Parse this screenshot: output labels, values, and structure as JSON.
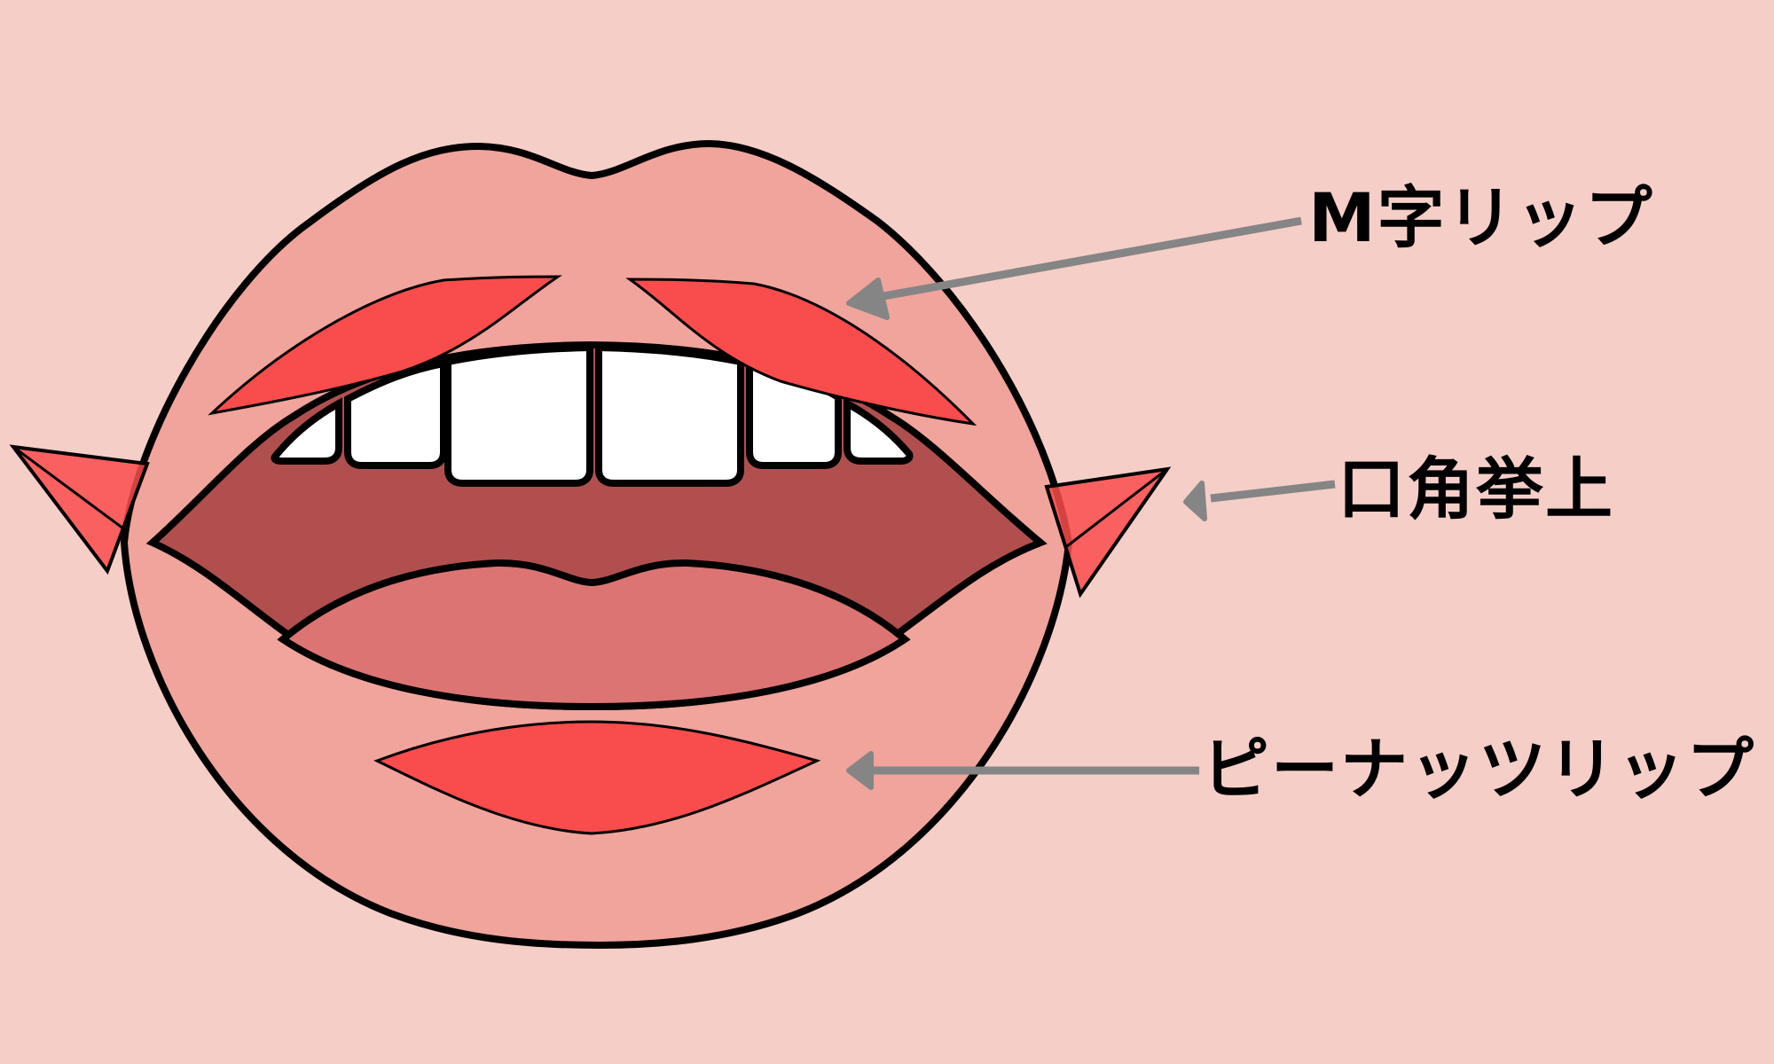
{
  "colors": {
    "background": "#f5cec8",
    "lip": "#f0a49c",
    "mouth_interior": "#b14f4f",
    "tongue": "#dc7474",
    "teeth": "#ffffff",
    "highlight_region": "#f94c4c",
    "outline": "#000000",
    "arrow": "#858585"
  },
  "labels": {
    "m_lip": "M字リップ",
    "mouth_corner_lift": "口角挙上",
    "peanut_lip": "ピーナッツリップ"
  }
}
